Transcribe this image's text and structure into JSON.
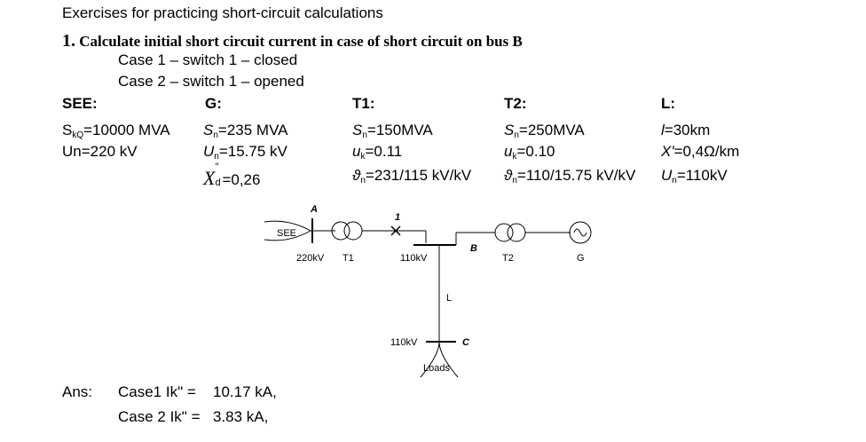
{
  "heading": "Exercises for practicing short-circuit calculations",
  "task": {
    "number": "1.",
    "text": "Calculate initial short circuit current in case of short circuit on bus B"
  },
  "cases": [
    "Case 1 – switch 1 – closed",
    "Case 2 – switch 1 – opened"
  ],
  "params": {
    "see": {
      "title": "SEE:",
      "skq_label": "S",
      "skq_sub": "kQ",
      "skq_value": "=10000 MVA",
      "un": "Un=220 kV"
    },
    "g": {
      "title": "G:",
      "sn_label": "S",
      "sn_sub": "n",
      "sn_value": "=235 MVA",
      "un_label": "U",
      "un_sub": "n",
      "un_value": "=15.75 kV",
      "xd_label": "X",
      "xd_sup": "\"",
      "xd_sub": "d",
      "xd_value": "=0,26"
    },
    "t1": {
      "title": "T1:",
      "sn_label": "S",
      "sn_sub": "n",
      "sn_value": "=150MVA",
      "uk_label": "u",
      "uk_sub": "k",
      "uk_value": "=0.11",
      "ratio_label": "ϑ",
      "ratio_sub": "n",
      "ratio_value": "=231/115 kV/kV"
    },
    "t2": {
      "title": "T2:",
      "sn_label": "S",
      "sn_sub": "n",
      "sn_value": "=250MVA",
      "uk_label": "u",
      "uk_sub": "k",
      "uk_value": "=0.10",
      "ratio_label": "ϑ",
      "ratio_sub": "n",
      "ratio_value": "=110/15.75 kV/kV"
    },
    "l": {
      "title": "L:",
      "length_label": "l",
      "length_value": "=30km",
      "x_label": "X'",
      "x_value": "=0,4Ω/km",
      "un_label": "U",
      "un_sub": "n",
      "un_value": "=110kV"
    }
  },
  "diagram": {
    "see": "SEE",
    "bus_a": "A",
    "switch": "1",
    "v220": "220kV",
    "t1": "T1",
    "v110": "110kV",
    "bus_b": "B",
    "t2": "T2",
    "g": "G",
    "line": "L",
    "v110_c": "110kV",
    "bus_c": "C",
    "loads": "Loads"
  },
  "answers": {
    "label": "Ans:",
    "case1_text": "Case1 Ik\" =",
    "case1_value": "10.17 kA,",
    "case2_text": "Case 2 Ik\" =",
    "case2_value": "3.83 kA,"
  }
}
